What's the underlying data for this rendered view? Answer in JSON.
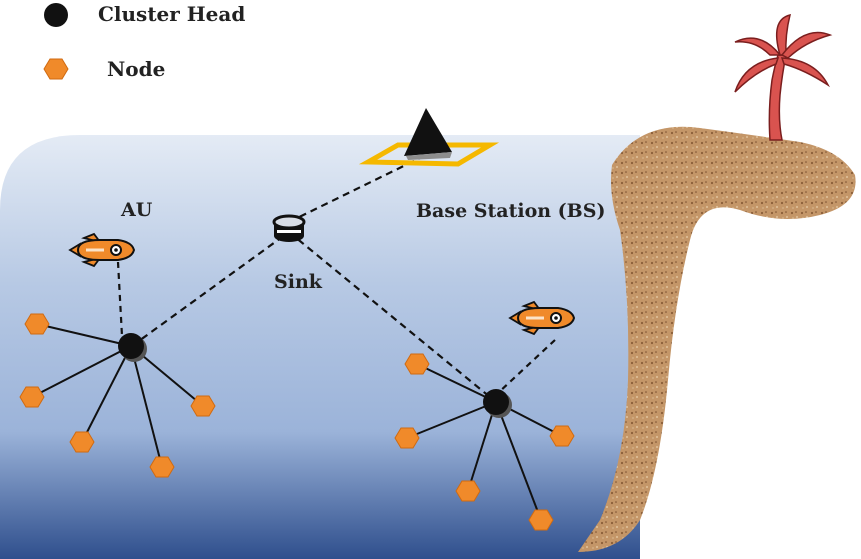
{
  "legend": {
    "cluster_head_label": "Cluster Head",
    "node_label": "Node"
  },
  "labels": {
    "au": "AU",
    "sink": "Sink",
    "base_station": "Base Station (BS)"
  },
  "colors": {
    "node": "#f08a2a",
    "cluster_head": "#111111",
    "water_top": "#dfe7f3",
    "water_bottom": "#2e4e8c",
    "sand": "#b98a5e",
    "palm": "#d9534f",
    "base_pad": "#f5b800"
  },
  "icons": {
    "vehicle": "auv-icon",
    "sink": "sink-buoy-icon",
    "base_station": "base-station-icon",
    "palm": "palm-tree-icon"
  }
}
